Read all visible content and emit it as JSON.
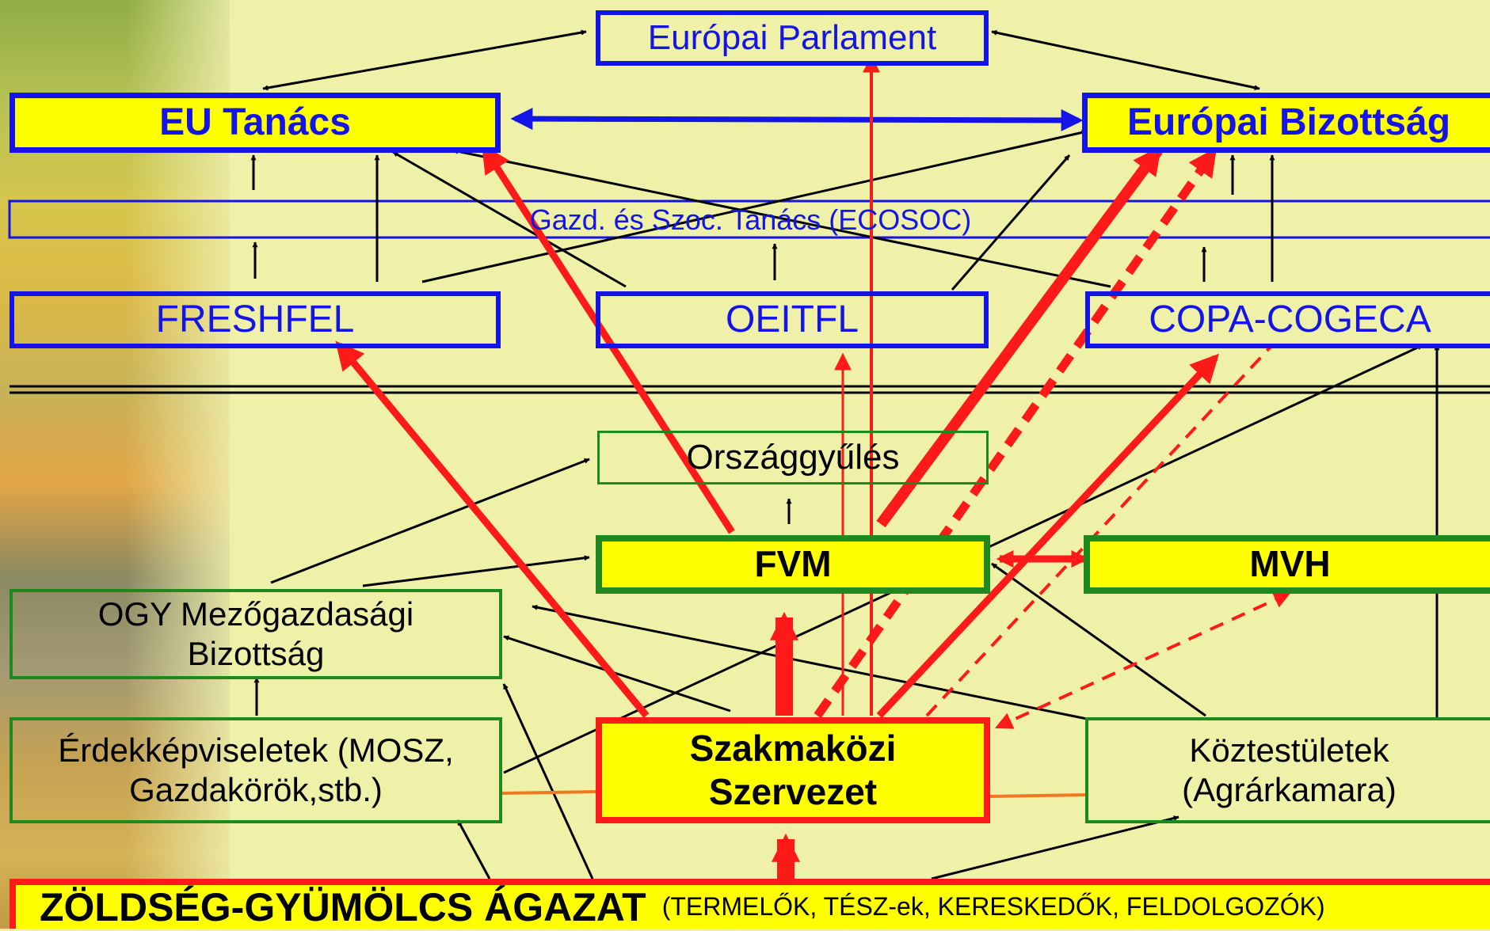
{
  "nodes": {
    "parlament": "Európai Parlament",
    "tanacs": "EU Tanács",
    "bizottsag": "Európai Bizottság",
    "ecosoc": "Gazd. és Szoc. Tanács (ECOSOC)",
    "freshfel": "FRESHFEL",
    "oeitfl": "OEITFL",
    "copa": "COPA-COGECA",
    "orszaggyules": "Országgyűlés",
    "fvm": "FVM",
    "mvh": "MVH",
    "ogy_line1": "OGY Mezőgazdasági",
    "ogy_line2": "Bizottság",
    "erdek_line1": "Érdekképviseletek (MOSZ,",
    "erdek_line2": "Gazdakörök,stb.)",
    "szakma_line1": "Szakmaközi",
    "szakma_line2": "Szervezet",
    "koztest_line1": "Köztestületek",
    "koztest_line2": "(Agrárkamara)",
    "agazat": "ZÖLDSÉG-GYÜMÖLCS ÁGAZAT",
    "agazat_sub": "(TERMELŐK, TÉSZ-ek, KERESKEDŐK, FELDOLGOZÓK)"
  },
  "colors": {
    "background": "#eff1a8",
    "eu_border": "#1414e6",
    "national_border": "#1e8a1e",
    "sector_border": "#ff1a1a",
    "highlight_fill": "#ffff00",
    "red_arrow": "#ff1a1a",
    "connector_orange": "#f07820"
  }
}
